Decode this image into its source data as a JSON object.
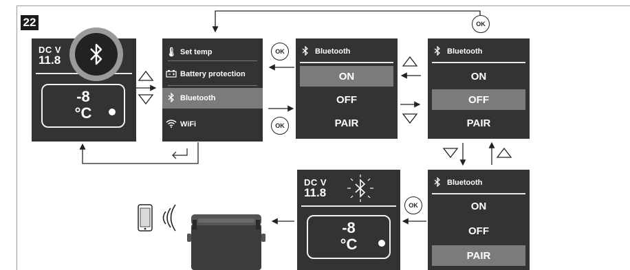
{
  "figure_number": "22",
  "display": {
    "dcv_label": "DC V",
    "voltage": "11.8",
    "temperature": "-8",
    "unit": "°C"
  },
  "menu": {
    "items": [
      {
        "icon": "thermometer-icon",
        "label": "Set temp"
      },
      {
        "icon": "battery-icon",
        "label": "Battery protection"
      },
      {
        "icon": "bluetooth-icon",
        "label": "Bluetooth"
      },
      {
        "icon": "wifi-icon",
        "label": "WiFi"
      }
    ],
    "selected_index": 2
  },
  "bluetooth_screen": {
    "title": "Bluetooth",
    "options": [
      "ON",
      "OFF",
      "PAIR"
    ]
  },
  "ok_label": "OK",
  "colors": {
    "panel": "#333333",
    "highlight": "#7b7b7b",
    "text": "#ffffff"
  }
}
